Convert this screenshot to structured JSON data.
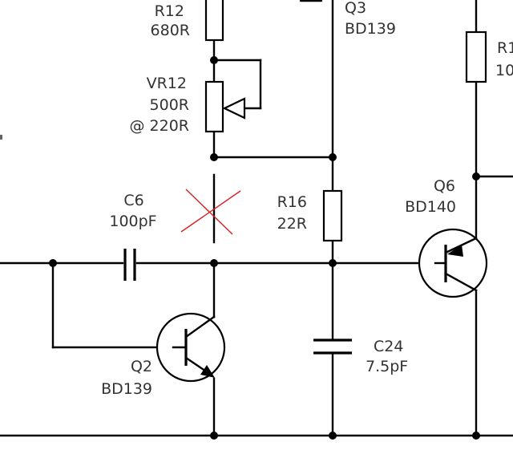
{
  "components": {
    "r12": {
      "ref": "R12",
      "value": "680R"
    },
    "q3": {
      "ref": "Q3",
      "value": "BD139"
    },
    "r_right": {
      "ref": "R1",
      "value": "10"
    },
    "vr12": {
      "ref": "VR12",
      "value": "500R",
      "note": "@ 220R"
    },
    "c6": {
      "ref": "C6",
      "value": "100pF"
    },
    "r16": {
      "ref": "R16",
      "value": "22R"
    },
    "q6": {
      "ref": "Q6",
      "value": "BD140"
    },
    "q2": {
      "ref": "Q2",
      "value": "BD139"
    },
    "c24": {
      "ref": "C24",
      "value": "7.5pF"
    }
  },
  "colors": {
    "wire": "#000000",
    "label": "#333333",
    "cut_mark": "#d62020",
    "background": "#ffffff"
  }
}
